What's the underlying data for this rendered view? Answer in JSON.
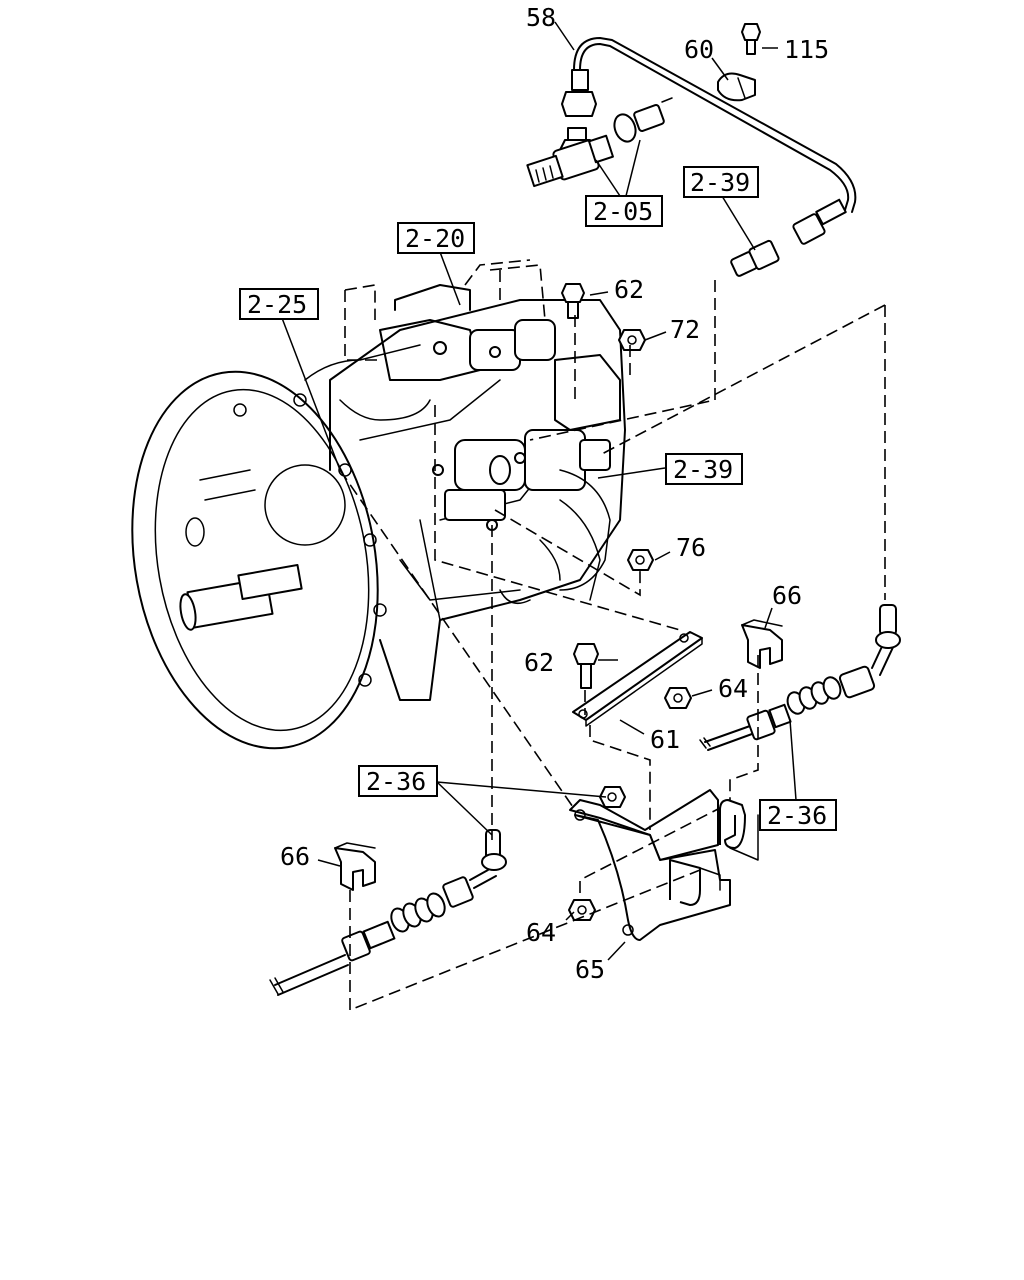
{
  "diagram": {
    "part_labels": {
      "p58": "58",
      "p60": "60",
      "p115": "115",
      "p62a": "62",
      "p72": "72",
      "p76": "76",
      "p66a": "66",
      "p62b": "62",
      "p64a": "64",
      "p61": "61",
      "p66b": "66",
      "p64b": "64",
      "p65": "65"
    },
    "group_refs": {
      "r205": "2-05",
      "r239a": "2-39",
      "r220": "2-20",
      "r225": "2-25",
      "r239b": "2-39",
      "r236a": "2-36",
      "r236b": "2-36"
    }
  }
}
